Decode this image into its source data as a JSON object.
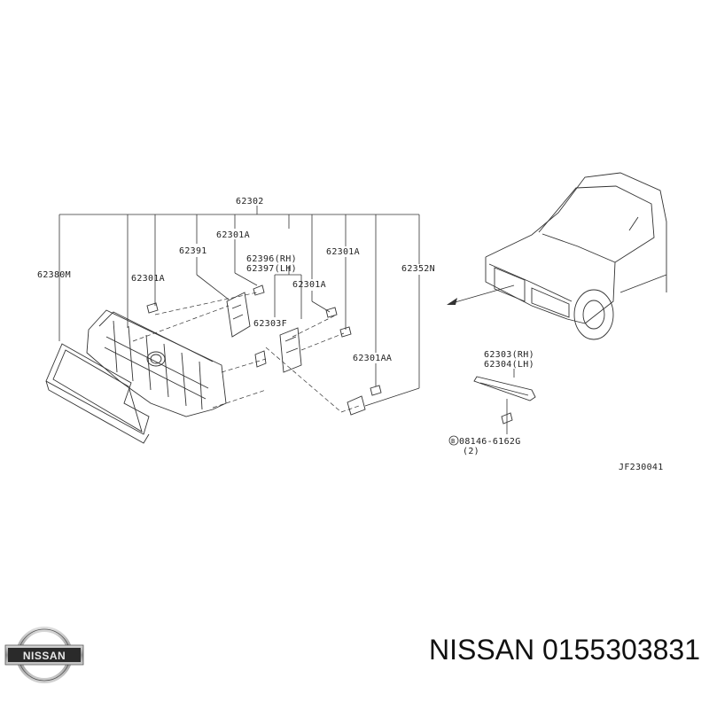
{
  "labels": {
    "l62302": "62302",
    "l62301A_top": "62301A",
    "l62391": "62391",
    "l62396": "62396(RH)",
    "l62397": "62397(LH)",
    "l62301A_right": "62301A",
    "l62352N": "62352N",
    "l62380M": "62380M",
    "l62301A_left": "62301A",
    "l62301A_mid": "62301A",
    "l62303F": "62303F",
    "l62301AA": "62301AA",
    "l62303": "62303(RH)",
    "l62304": "62304(LH)",
    "bolt_code": "08146-6162G",
    "bolt_qty": "(2)",
    "bolt_marker": "B",
    "diagram_code": "JF230041"
  },
  "footer": {
    "brand": "NISSAN",
    "part_number": "0155303831",
    "logo_text": "NISSAN"
  }
}
